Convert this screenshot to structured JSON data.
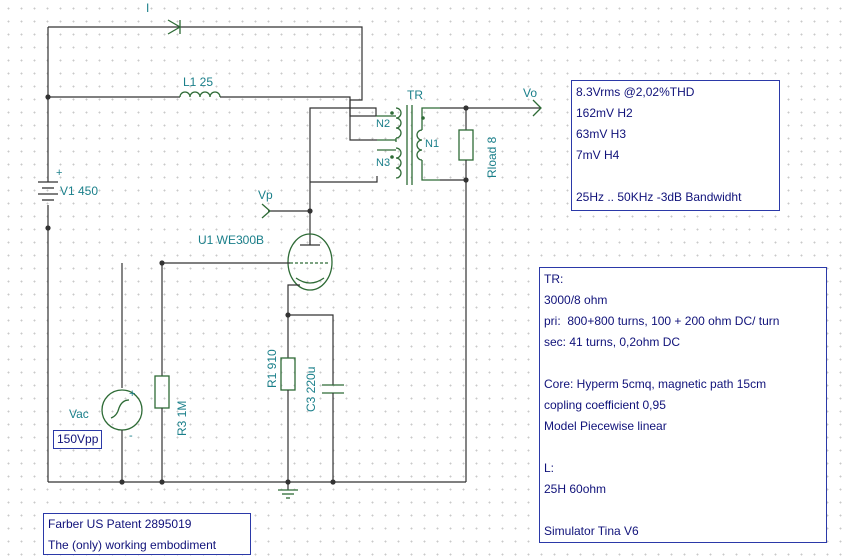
{
  "labels": {
    "current_arrow": "I",
    "inductor": "L1 25",
    "transformer": "TR",
    "n2": "N2",
    "n1": "N1",
    "n3": "N3",
    "rload": "Rload 8",
    "vo": "Vo",
    "battery": "V1 450",
    "vp": "Vp",
    "tube": "U1 WE300B",
    "vac": "Vac",
    "vac_value": "150Vpp",
    "r3": "R3 1M",
    "r1": "R1 910",
    "c3": "C3 220u",
    "plus": "+",
    "minus": "-"
  },
  "results_box": {
    "lines": [
      "8.3Vrms @2,02%THD",
      "162mV H2",
      "63mV H3",
      "7mV H4",
      "",
      "25Hz .. 50KHz -3dB Bandwidht"
    ]
  },
  "info_box": {
    "lines": [
      "TR:",
      "3000/8 ohm",
      "pri:  800+800 turns, 100 + 200 ohm DC/ turn",
      "sec: 41 turns, 0,2ohm DC",
      "",
      "Core: Hyperm 5cmq, magnetic path 15cm",
      "copling coefficient 0,95",
      "Model Piecewise linear",
      "",
      "L:",
      "25H 60ohm",
      "",
      "Simulator Tina V6"
    ]
  },
  "patent_box": {
    "lines": [
      "Farber US Patent 2895019",
      "The (only) working embodiment"
    ]
  },
  "colors": {
    "wire": "#333333",
    "component": "#2e6b36",
    "label": "#1a7f8a",
    "note_border": "#2b39a8",
    "note_text": "#10127a"
  }
}
